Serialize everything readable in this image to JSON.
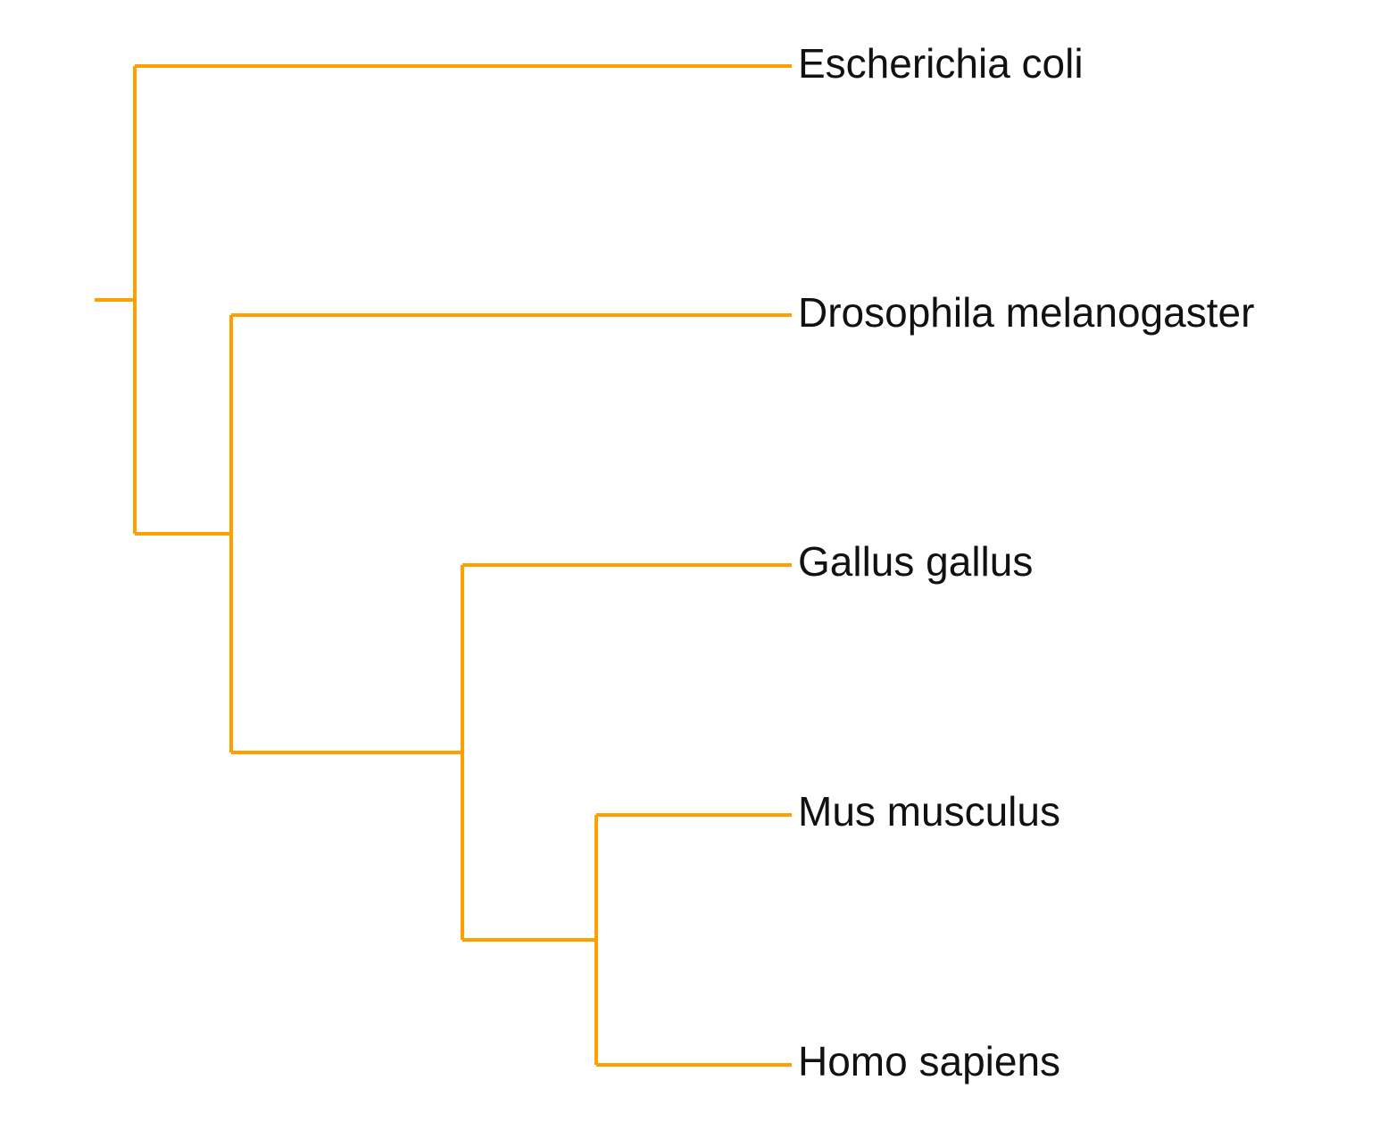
{
  "diagram": {
    "type": "phylogenetic-tree",
    "branch_color": "#FFA000",
    "label_color": "#111111",
    "leaves": [
      {
        "id": "ecoli",
        "label": "Escherichia coli"
      },
      {
        "id": "dmel",
        "label": "Drosophila melanogaster"
      },
      {
        "id": "ggal",
        "label": "Gallus gallus"
      },
      {
        "id": "mmus",
        "label": "Mus musculus"
      },
      {
        "id": "hsap",
        "label": "Homo sapiens"
      }
    ],
    "clades": [
      {
        "id": "root",
        "children": [
          "ecoli",
          "n1"
        ]
      },
      {
        "id": "n1",
        "children": [
          "dmel",
          "n2"
        ]
      },
      {
        "id": "n2",
        "children": [
          "ggal",
          "n3"
        ]
      },
      {
        "id": "n3",
        "children": [
          "mmus",
          "hsap"
        ]
      }
    ]
  }
}
